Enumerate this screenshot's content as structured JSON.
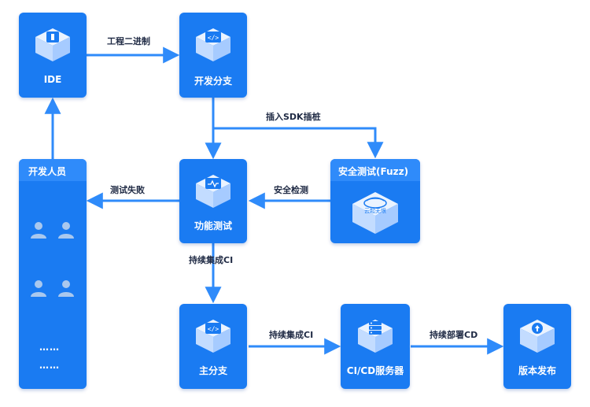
{
  "nodes": {
    "ide": {
      "label": "IDE"
    },
    "dev_branch": {
      "label": "开发分支"
    },
    "developers": {
      "label": "开发人员",
      "ellipsis_1": "……",
      "ellipsis_2": "……"
    },
    "func_test": {
      "label": "功能测试"
    },
    "security_test": {
      "label": "安全测试(Fuzz)",
      "logo_text": "云起无垠"
    },
    "main_branch": {
      "label": "主分支"
    },
    "cicd_server": {
      "label": "CI/CD服务器"
    },
    "release": {
      "label": "版本发布"
    }
  },
  "edges": {
    "ide_to_dev": "工程二进制",
    "dev_to_security": "插入SDK插桩",
    "func_to_devs": "测试失败",
    "security_to_func": "安全检测",
    "func_to_main": "持续集成CI",
    "main_to_cicd": "持续集成CI",
    "cicd_to_release": "持续部署CD"
  },
  "colors": {
    "node": "#1a7bf2",
    "line": "#2f8bfa",
    "text": "#1f2a44"
  }
}
